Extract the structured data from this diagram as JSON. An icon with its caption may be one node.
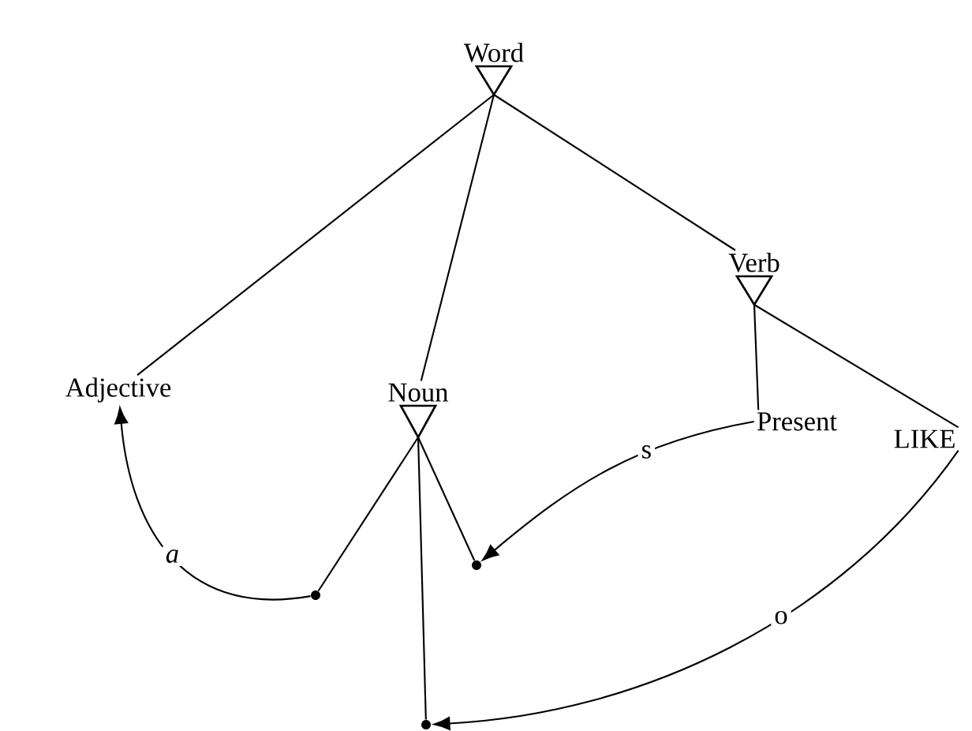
{
  "diagram": {
    "nodes": [
      {
        "text": [
          "Word"
        ]
      },
      {
        "text": [
          "Adjective"
        ]
      },
      {
        "text": [
          "Noun"
        ]
      },
      {
        "text": [
          "Verb"
        ]
      },
      {
        "text": [
          "Present"
        ]
      },
      {
        "text": [
          "LIKE"
        ]
      },
      {
        "text": [],
        "shape": "circle"
      },
      {
        "text": [],
        "shape": "circle"
      },
      {
        "text": [],
        "shape": "circle"
      }
    ],
    "edges": [
      {
        "from": 0,
        "to": 1,
        "arrow": "none"
      },
      {
        "from": 0,
        "to": 2,
        "arrow": "none"
      },
      {
        "from": 0,
        "to": 3,
        "arrow": "none"
      },
      {
        "from": 3,
        "to": 4,
        "arrow": "none"
      },
      {
        "from": 3,
        "to": 5,
        "arrow": "none"
      },
      {
        "from": 2,
        "to": 6,
        "arrow": "none"
      },
      {
        "from": 2,
        "to": 7,
        "arrow": "none"
      },
      {
        "from": 2,
        "to": 8,
        "arrow": "none"
      },
      {
        "from": 6,
        "to": 1,
        "arrow": "to",
        "label": "*a*"
      },
      {
        "from": 4,
        "to": 7,
        "arrow": "to",
        "label": "s"
      },
      {
        "from": 5,
        "to": 8,
        "arrow": "to",
        "label": "o"
      }
    ]
  }
}
